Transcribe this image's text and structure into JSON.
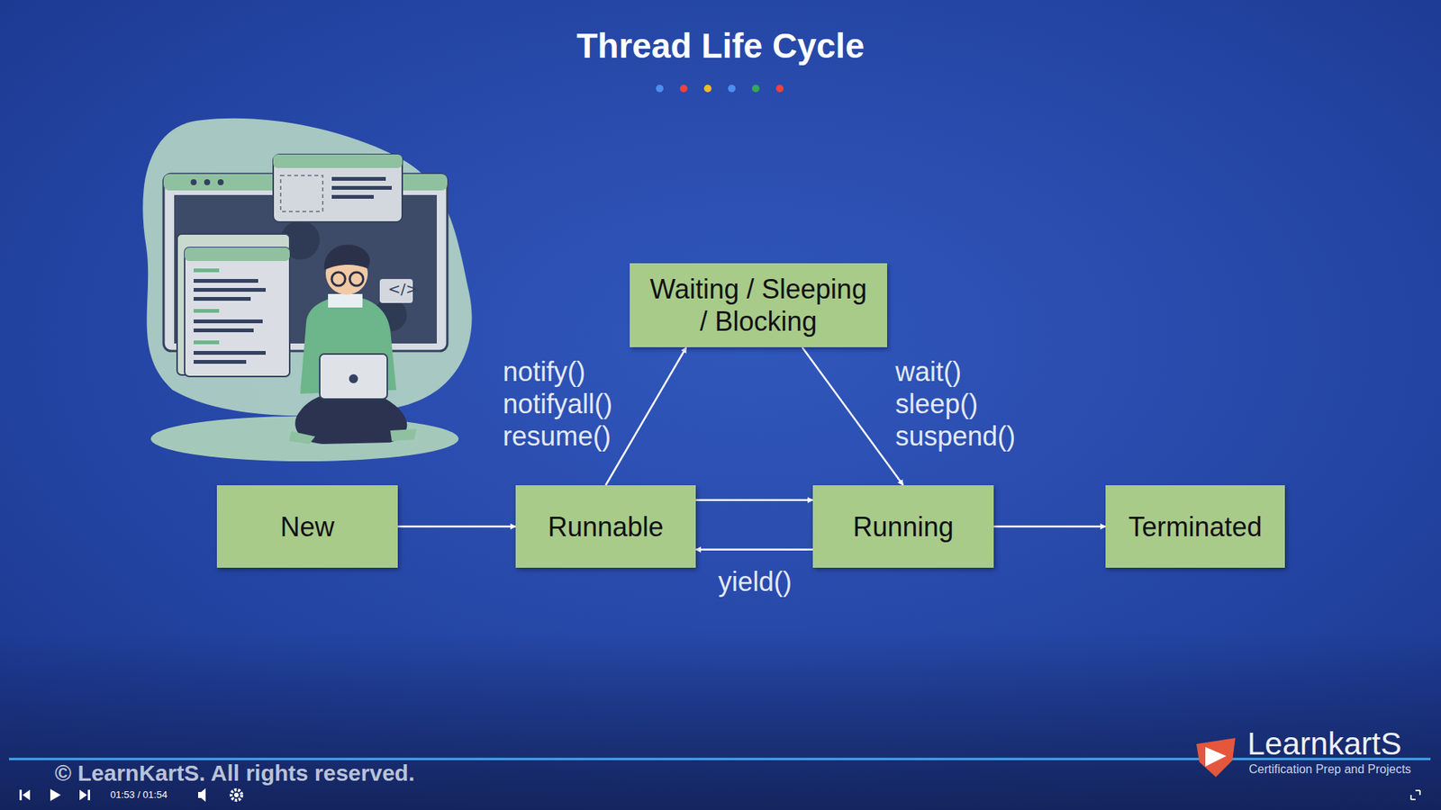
{
  "diagram": {
    "title": "Thread Life Cycle",
    "nodes": [
      {
        "text": [
          "Waiting / Sleeping / Blocking"
        ]
      },
      {
        "text": [
          "New"
        ]
      },
      {
        "text": [
          "Runnable"
        ]
      },
      {
        "text": [
          "Running"
        ]
      },
      {
        "text": [
          "Terminated"
        ]
      }
    ],
    "edges": [
      {
        "from": 1,
        "to": 2,
        "arrow": "to"
      },
      {
        "from": 2,
        "to": 0,
        "label": "notify() notifyall() resume()",
        "arrow": "to"
      },
      {
        "from": 0,
        "to": 3,
        "label": "wait() sleep() suspend()",
        "arrow": "to"
      },
      {
        "from": 2,
        "to": 3,
        "arrow": "to"
      },
      {
        "from": 3,
        "to": 2,
        "label": "yield()",
        "arrow": "to"
      },
      {
        "from": 3,
        "to": 4,
        "arrow": "to"
      }
    ],
    "labels": [
      "</>",
      "LearnkartS",
      "Certification Prep and Projects",
      "© LearnKartS. All rights reserved.",
      "01:53 / 01:54"
    ]
  }
}
